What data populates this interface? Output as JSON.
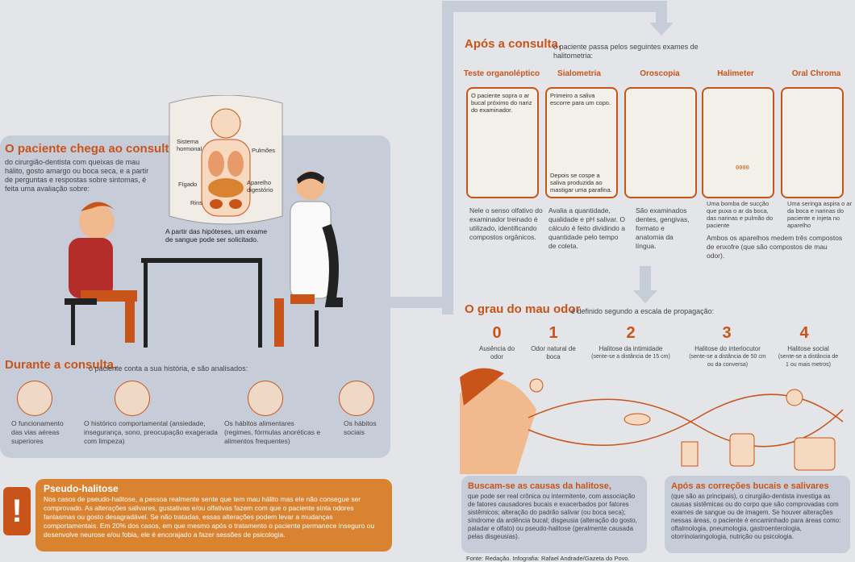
{
  "colors": {
    "accent": "#c8541a",
    "panel": "#c7ccd9",
    "bg": "#e4e5e8",
    "warn": "#d9822f"
  },
  "left": {
    "chega_title": "O paciente chega ao consultório",
    "chega_text": "do cirurgião-dentista com queixas de mau hálito, gosto amargo ou boca seca, e a partir de perguntas e respostas sobre sintomas, é feita uma avaliação sobre:",
    "organs": {
      "hormonal": "Sistema hormonal",
      "pulmoes": "Pulmões",
      "figado": "Fígado",
      "digestorio": "Aparelho digestório",
      "rins": "Rins"
    },
    "hipoteses": "A partir das hipóteses, um exame de sangue pode ser solicitado.",
    "durante_title": "Durante a consulta,",
    "durante_sub": "o paciente conta a sua história, e são analisados:",
    "items": [
      {
        "label": "O funcionamento das vias aéreas superiores"
      },
      {
        "label": "O histórico comportamental (ansiedade, insegurança, sono, preocupação exagerada com limpeza)"
      },
      {
        "label": "Os hábitos alimentares (regimes, fórmulas anoréticas e alimentos frequentes)"
      },
      {
        "label": "Os hábitos sociais"
      }
    ],
    "pseudo_mark": "!",
    "pseudo_title": "Pseudo-halitose",
    "pseudo_text": "Nos casos de pseudo-halitose, a pessoa realmente sente que tem mau hálito mas ele não consegue ser comprovado. As alterações salivares, gustativas e/ou olfativas fazem com que o paciente sinta odores fantasmas ou gosto desagradável. Se não tratadas, essas alterações podem levar a mudanças comportamentais. Em 20% dos casos, em que mesmo após o tratamento o paciente permanece inseguro ou desenvolve neurose e/ou fobia, ele é encorajado a fazer sessões de psicologia."
  },
  "right": {
    "apos_title": "Após a consulta,",
    "apos_sub": "o paciente passa pelos seguintes exames de halitometria:",
    "methods": [
      {
        "title": "Teste organoléptico",
        "box_text": "O paciente sopra o ar bucal próximo do nariz do examinador.",
        "desc": "Nele o senso olfativo do examinador treinado é utilizado, identificando compostos orgânicos."
      },
      {
        "title": "Sialometria",
        "box_text": "Primeiro a saliva escorre para um copo.",
        "box_text2": "Depois se cospe a saliva produzida ao mastigar uma parafina.",
        "desc": "Avalia a quantidade, qualidade e pH salivar. O cálculo é feito dividindo a quantidade pelo tempo de coleta."
      },
      {
        "title": "Oroscopia",
        "desc": "São examinados dentes, gengivas, formato e anatomia da língua."
      },
      {
        "title": "Halimeter",
        "box_text": "Uma bomba de sucção que puxa o ar da boca, das narinas e pulmão do paciente"
      },
      {
        "title": "Oral Chroma",
        "box_text": "Uma seringa aspira o ar da boca e narinas do paciente e injeta no aparelho"
      }
    ],
    "aparelhos_note": "Ambos os aparelhos medem três compostos de enxofre (que são compostos de mau odor).",
    "halimeter_display": "0000",
    "grau_title": "O grau do mau odor",
    "grau_sub": "é definido segundo a escala de propagação:",
    "degrees": [
      {
        "num": "0",
        "label": "Ausência do odor"
      },
      {
        "num": "1",
        "label": "Odor natural de boca"
      },
      {
        "num": "2",
        "label": "Halitose da intimidade",
        "note": "(sente-se a distância de 15 cm)"
      },
      {
        "num": "3",
        "label": "Halitose do interlocutor",
        "note": "(sente-se a distância de 50 cm ou da conversa)"
      },
      {
        "num": "4",
        "label": "Halitose social",
        "note": "(sente-se a distância de 1 ou mais metros)"
      }
    ],
    "causas_title": "Buscam-se as causas da halitose,",
    "causas_text": "que pode ser real crônica ou intermitente, com associação de fatores causadores bucais e exacerbados por fatores sistêmicos; alteração do padrão salivar (ou boca seca); síndrome da ardência bucal; disgeusia (alteração do gosto, paladar e olfato) ou pseudo-halitose (geralmente causada pelas disgeusias).",
    "correcoes_title": "Após as correções bucais e salivares",
    "correcoes_text": "(que são as principais), o cirurgião-dentista investiga as causas sistêmicas ou do corpo que são comprovadas com exames de sangue ou de imagem. Se houver alterações nessas áreas, o paciente é encaminhado para áreas como: oftalmologia, pneumologia, gastroenterologia, otorrinolaringologia, nutrição ou psicologia.",
    "fonte": "Fonte: Redação. Infografia: Rafael Andrade/Gazeta do Povo."
  }
}
